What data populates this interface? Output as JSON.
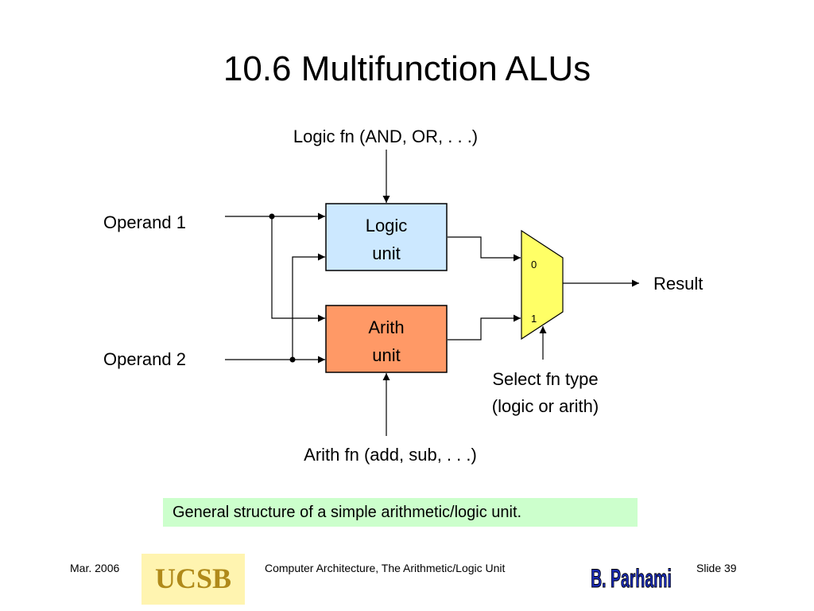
{
  "slide": {
    "title": "10.6  Multifunction ALUs"
  },
  "diagram": {
    "logic_fn_label": "Logic fn (AND, OR, . . .)",
    "arith_fn_label": "Arith fn (add, sub, . . .)",
    "operand1_label": "Operand 1",
    "operand2_label": "Operand 2",
    "logic_unit_line1": "Logic",
    "logic_unit_line2": "unit",
    "arith_unit_line1": "Arith",
    "arith_unit_line2": "unit",
    "mux_input0": "0",
    "mux_input1": "1",
    "result_label": "Result",
    "select_line1": "Select fn type",
    "select_line2": "(logic or arith)",
    "colors": {
      "logic_unit_fill": "#cce8ff",
      "arith_unit_fill": "#ff9966",
      "mux_fill": "#ffff66"
    }
  },
  "caption": "General structure of a simple arithmetic/logic unit.",
  "footer": {
    "date": "Mar. 2006",
    "course": "Computer Architecture, The Arithmetic/Logic Unit",
    "slide_number": "Slide 39",
    "ucsb_logo_text": "UCSB",
    "author_logo_text": "B. Parhami"
  }
}
